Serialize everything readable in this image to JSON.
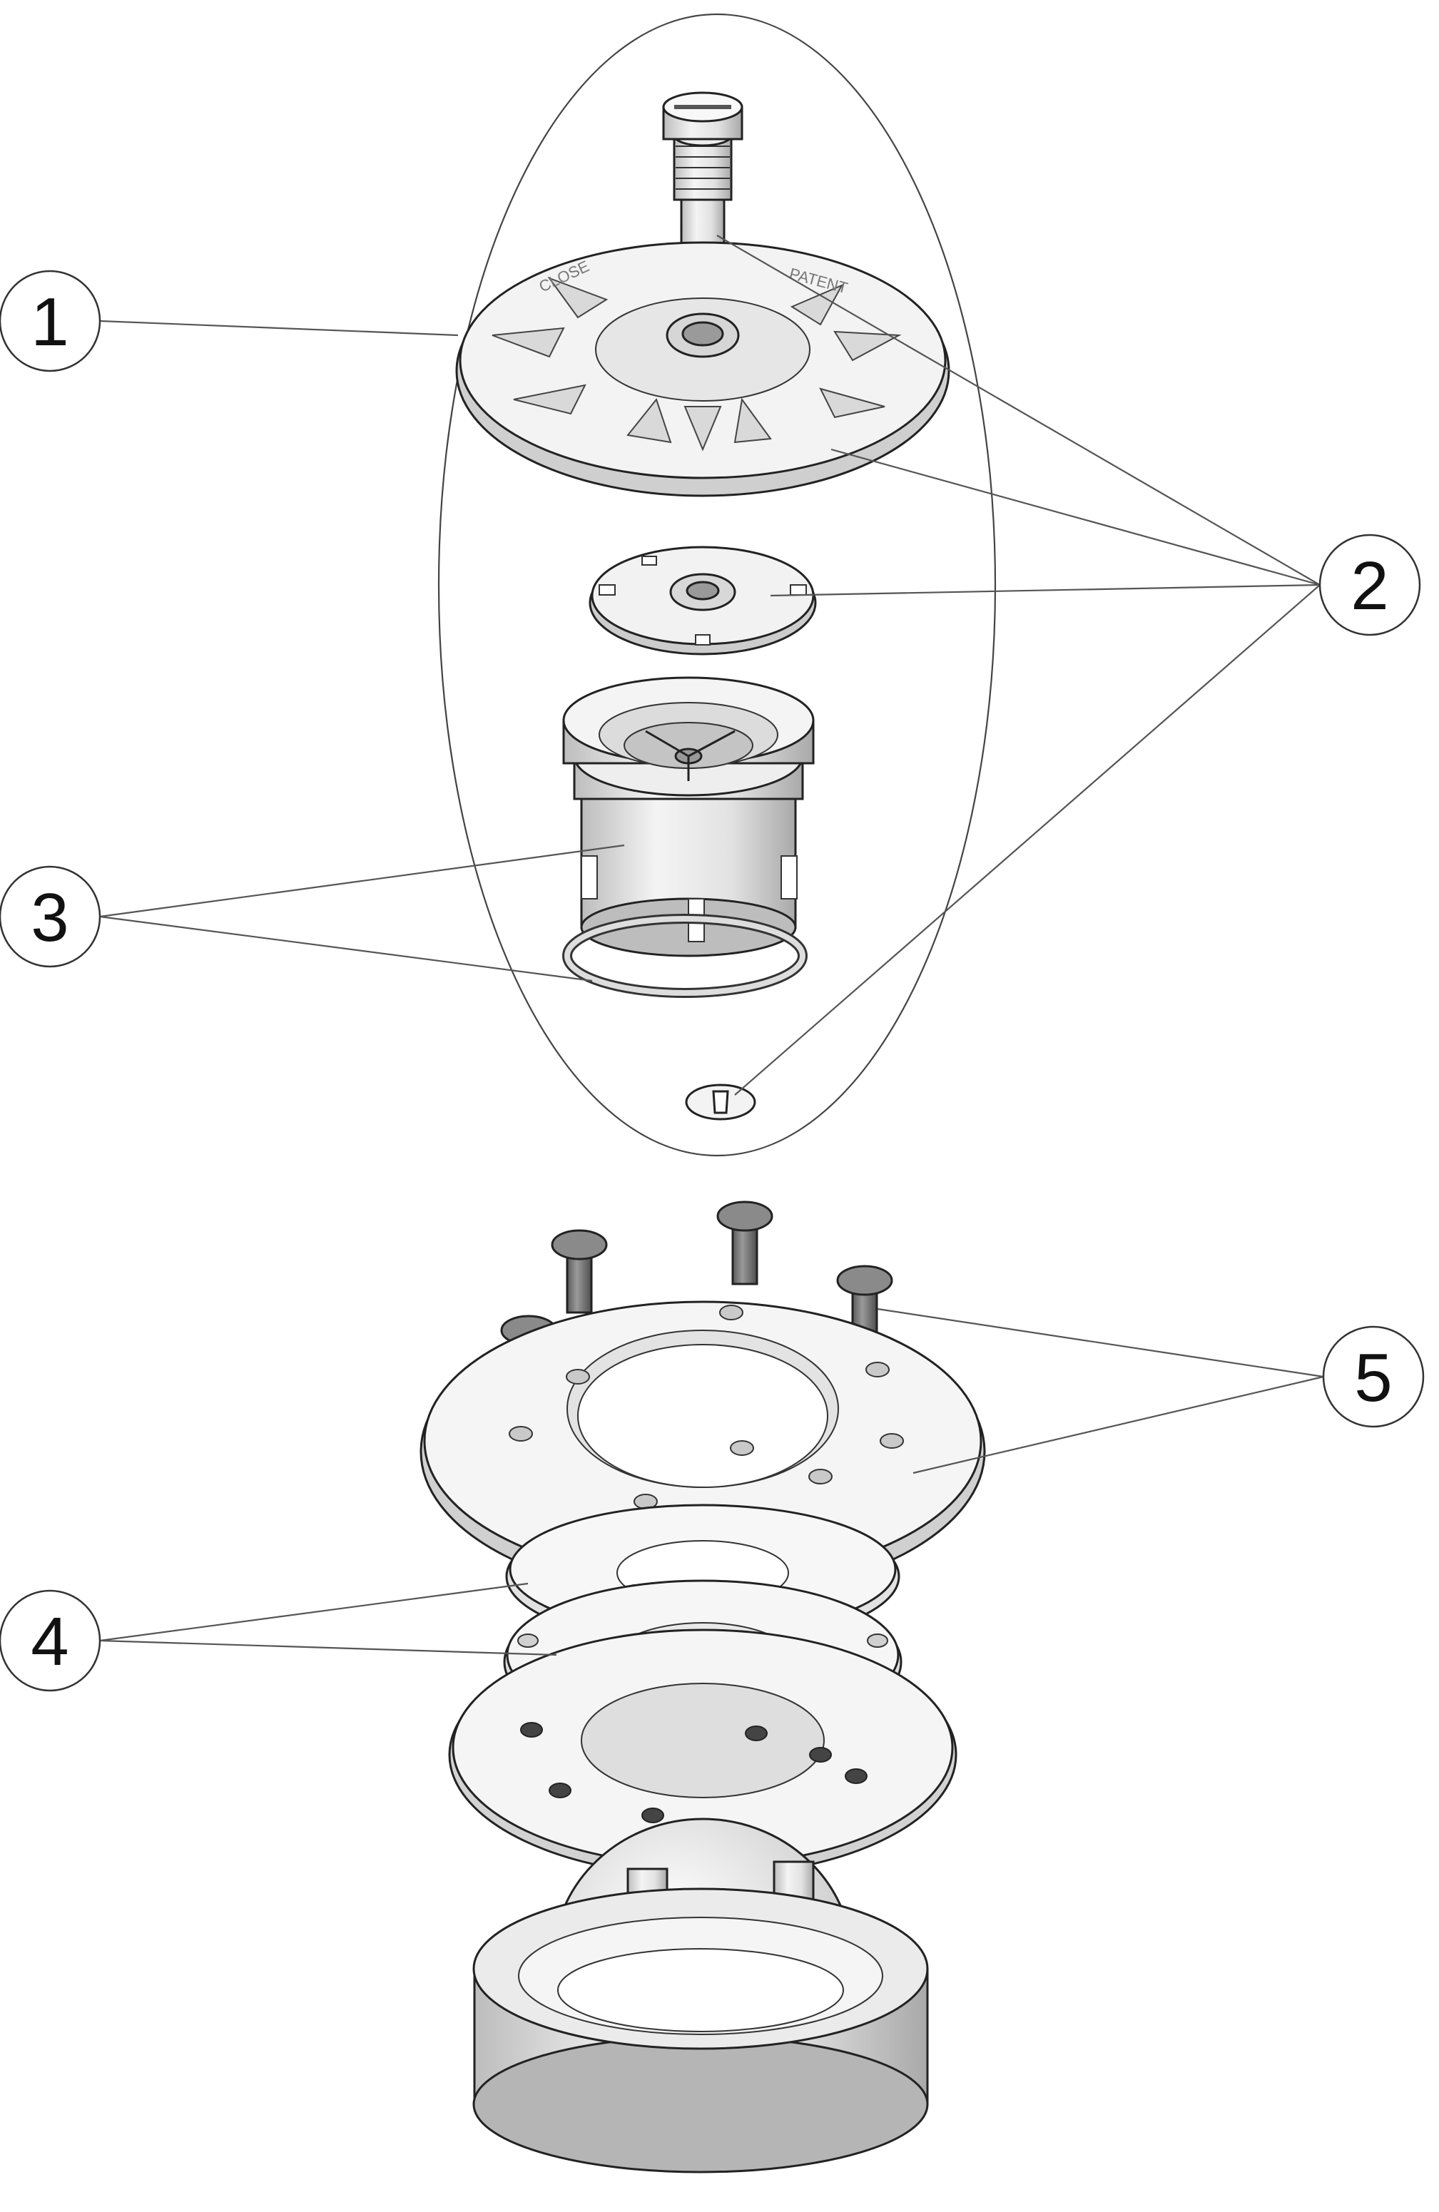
{
  "callouts": [
    {
      "label": "1"
    },
    {
      "label": "2"
    },
    {
      "label": "3"
    },
    {
      "label": "4"
    },
    {
      "label": "5"
    }
  ],
  "part_markings": {
    "close": "CLOSE",
    "patent": "PATENT"
  },
  "colors": {
    "part_fill": "#f2f2f2",
    "part_shade": "#d4d4d4",
    "screw_fill": "#7a7a7a",
    "line": "#222222"
  }
}
